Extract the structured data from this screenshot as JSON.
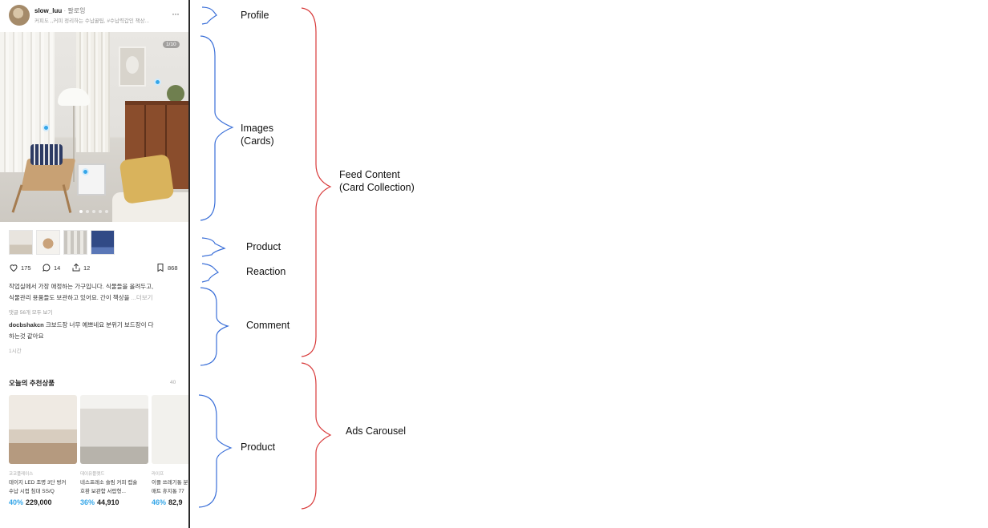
{
  "profile": {
    "username": "slow_luu",
    "separator": "·",
    "follow_label": "팔로잉",
    "caption_preview": "커피도 ,,커피 정리하는 수납꿀팁, #수납력갑인 책상...",
    "more_icon": "more-icon"
  },
  "photo": {
    "counter": "1/10",
    "pagination_total": 5,
    "pagination_active": 0
  },
  "reactions": {
    "likes": "175",
    "comments": "14",
    "shares": "12",
    "bookmarks": "868"
  },
  "post": {
    "text_line1": "작업실에서 가장 애정하는 가구입니다. 식물들을 올려두고,",
    "text_line2": "식물관리 용품들도 보관하고 있어요. 간이 책상을",
    "more_label": "...더보기",
    "comment_count": "댓글 56개 모두 보기",
    "comment_user": "docbshakcn",
    "comment_text_line1": "크보드장 너무 예쁘네요 분위기 보드장이 다",
    "comment_text_line2": "하는것 같아요",
    "time": "1시간"
  },
  "recommended": {
    "title": "오늘의 추천상품",
    "more": "40",
    "cards": [
      {
        "brand": "코코플레이스",
        "name_line1": "데이지 LED 조명 3단 벙커",
        "name_line2": "수납 시접 침대 SS/Q",
        "discount": "40%",
        "price": "229,000"
      },
      {
        "brand": "데이유플랫드",
        "name_line1": "네스프레소 슬림 커피 캡슐",
        "name_line2": "호환 보관함 서랍형...",
        "discount": "36%",
        "price": "44,910"
      },
      {
        "brand": "라이프",
        "name_line1": "이플 쓰레기통 분",
        "name_line2": "매트 휴지통 77",
        "discount": "46%",
        "price": "82,9"
      }
    ]
  },
  "annotations": {
    "profile": "Profile",
    "images_line1": "Images",
    "images_line2": "(Cards)",
    "product": "Product",
    "reaction": "Reaction",
    "comment": "Comment",
    "feed_line1": "Feed Content",
    "feed_line2": "(Card Collection)",
    "ads_product": "Product",
    "ads_carousel": "Ads Carousel",
    "blue_color": "#3a6fd8",
    "red_color": "#d83a3a"
  }
}
